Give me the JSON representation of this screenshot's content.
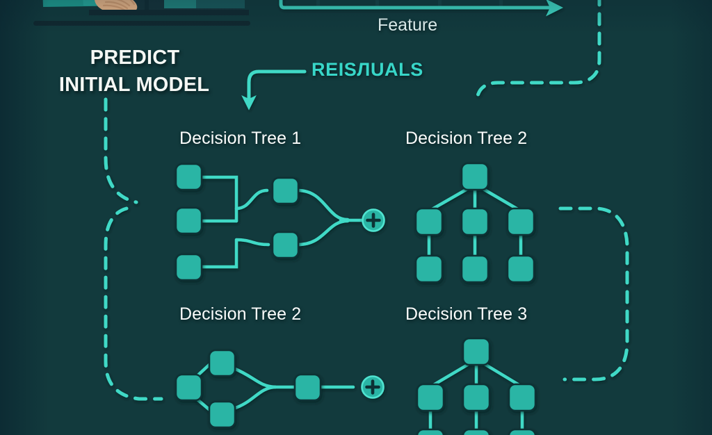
{
  "theme": {
    "background": "#123a3d",
    "node_fill": "#2ab5a5",
    "node_stroke": "#0e3034",
    "line": "#3fd9c6",
    "accent_text": "#38d6c8",
    "white_text": "#fbfdfc",
    "desk_line": "#11282f",
    "skin": "#f0b98a",
    "sleeve": "#1f9e92",
    "laptop": "#16333a"
  },
  "headline": {
    "line1": "PREDICT",
    "line2": "INITIAL MODEL"
  },
  "labels": {
    "residuals": "REISЛUALS",
    "feature": "Feature"
  },
  "chart_top": {
    "xlabel": "Feature",
    "axis_arrow": "right",
    "gridlines": 5
  },
  "trees": [
    {
      "title": "Decision Tree 1",
      "layout": "left-to-right-merge",
      "has_plus": true,
      "plus_symbol": "+"
    },
    {
      "title": "Decision Tree 2",
      "layout": "top-down-hierarchy",
      "has_plus": false,
      "plus_symbol": ""
    },
    {
      "title": "Decision Tree 2",
      "layout": "diamond-merge",
      "has_plus": true,
      "plus_symbol": "+"
    },
    {
      "title": "Decision Tree 3",
      "layout": "top-down-hierarchy",
      "has_plus": false,
      "plus_symbol": ""
    }
  ],
  "flow_arrows": [
    {
      "name": "initial-model-to-tree1",
      "style": "dashed",
      "direction": "right"
    },
    {
      "name": "residuals-to-tree1",
      "style": "solid",
      "direction": "down"
    },
    {
      "name": "feature-chart-to-tree2",
      "style": "dashed",
      "direction": "down"
    },
    {
      "name": "tree2-to-tree3-loop",
      "style": "dashed",
      "direction": "loop-right"
    },
    {
      "name": "initial-model-to-tree2-lower",
      "style": "dashed",
      "direction": "right-down"
    }
  ]
}
